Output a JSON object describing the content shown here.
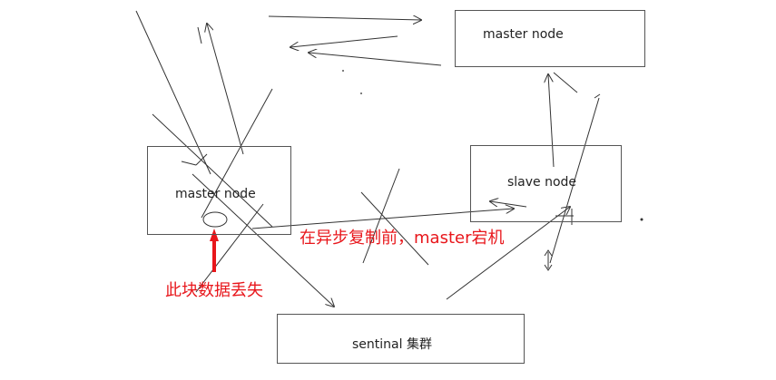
{
  "nodes": {
    "master_top": "master node",
    "master_left": "master node",
    "slave": "slave node",
    "sentinel": "sentinal 集群"
  },
  "annotations": {
    "master_down": "在异步复制前，master宕机",
    "data_lost": "此块数据丢失"
  },
  "colors": {
    "line": "#333333",
    "alert": "#e8161b"
  }
}
